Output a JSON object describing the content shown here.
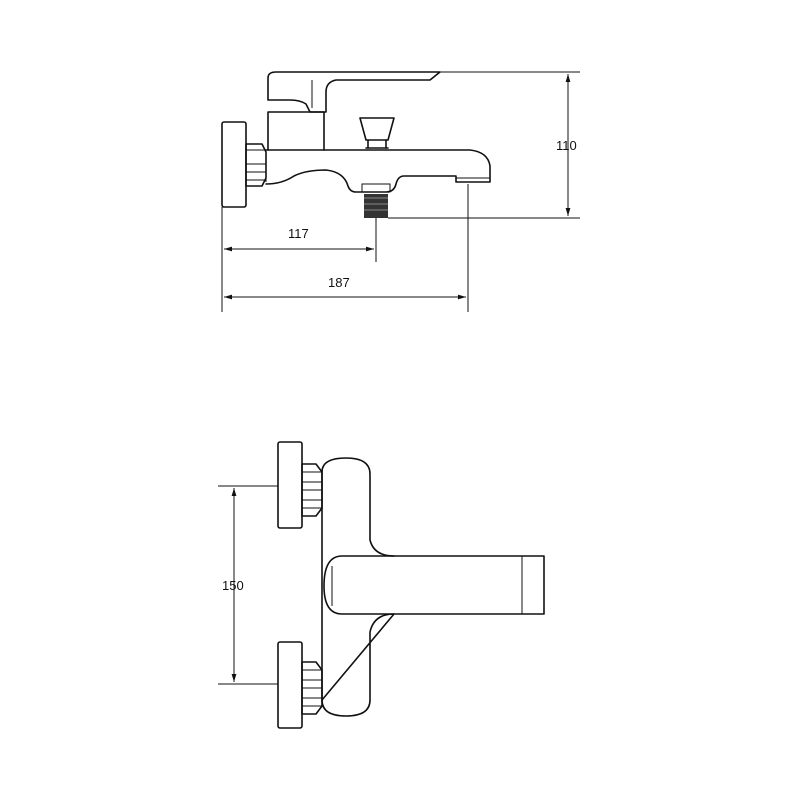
{
  "dimensions": {
    "height_top": "110",
    "outlet_offset": "117",
    "spout_reach": "187",
    "inlet_spacing": "150"
  }
}
